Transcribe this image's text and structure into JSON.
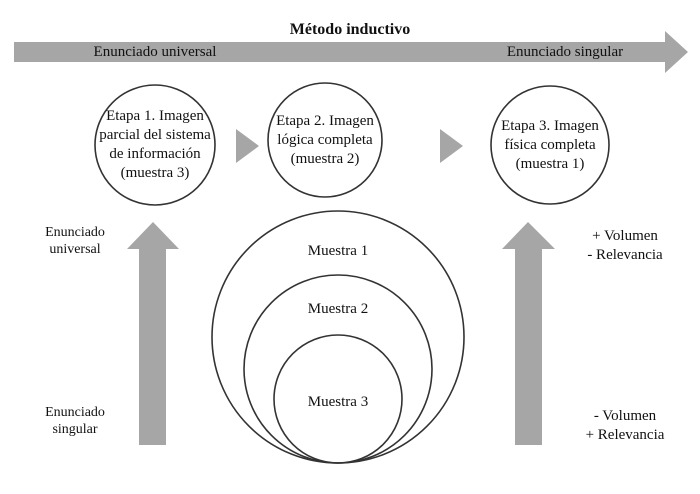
{
  "title": "Método inductivo",
  "top_arrow": {
    "left_label": "Enunciado universal",
    "right_label": "Enunciado singular"
  },
  "stages": [
    {
      "lines": [
        "Etapa 1. Imagen",
        "parcial del sistema",
        "de información",
        "(muestra 3)"
      ]
    },
    {
      "lines": [
        "Etapa 2. Imagen",
        "lógica completa",
        "(muestra 2)"
      ]
    },
    {
      "lines": [
        "Etapa 3. Imagen",
        "física completa",
        "(muestra 1)"
      ]
    }
  ],
  "left_axis": {
    "top_label": [
      "Enunciado",
      "universal"
    ],
    "bottom_label": [
      "Enunciado",
      "singular"
    ]
  },
  "right_axis": {
    "top_label": [
      "+ Volumen",
      "- Relevancia"
    ],
    "bottom_label": [
      "- Volumen",
      "+ Relevancia"
    ]
  },
  "samples": [
    "Muestra 1",
    "Muestra 2",
    "Muestra 3"
  ],
  "colors": {
    "arrow_fill": "#a6a6a6",
    "stroke": "#333333",
    "text": "#111111"
  }
}
